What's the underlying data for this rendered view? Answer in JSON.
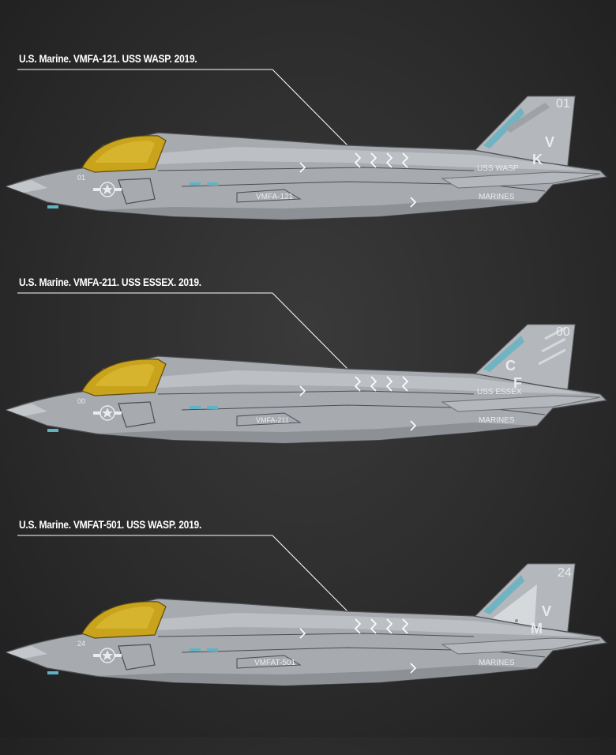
{
  "profiles": [
    {
      "caption": "U.S. Marine. VMFA-121. USS WASP. 2019.",
      "modex": "01",
      "nose_number": "01",
      "tail_code_1": "V",
      "tail_code_2": "K",
      "ship_name": "USS WASP",
      "squadron_marking": "VMFA-121",
      "service_marking": "MARINES"
    },
    {
      "caption": "U.S. Marine. VMFA-211. USS ESSEX. 2019.",
      "modex": "00",
      "nose_number": "00",
      "tail_code_1": "C",
      "tail_code_2": "F",
      "ship_name": "USS ESSEX",
      "squadron_marking": "VMFA-211",
      "service_marking": "MARINES"
    },
    {
      "caption": "U.S. Marine. VMFAT-501. USS WASP. 2019.",
      "modex": "24",
      "nose_number": "24",
      "tail_code_1": "V",
      "tail_code_2": "M",
      "ship_name": "",
      "squadron_marking": "VMFAT-501",
      "service_marking": "MARINES"
    }
  ],
  "colors": {
    "background": "#2c2c2c",
    "fuselage": "#a7abb0",
    "fuselage_dark": "#8d9196",
    "fuselage_light": "#c3c6ca",
    "canopy": "#c9a31c",
    "panel_line": "#4a4d52",
    "marking": "#e9ecef",
    "accent": "#5fb3c4"
  }
}
